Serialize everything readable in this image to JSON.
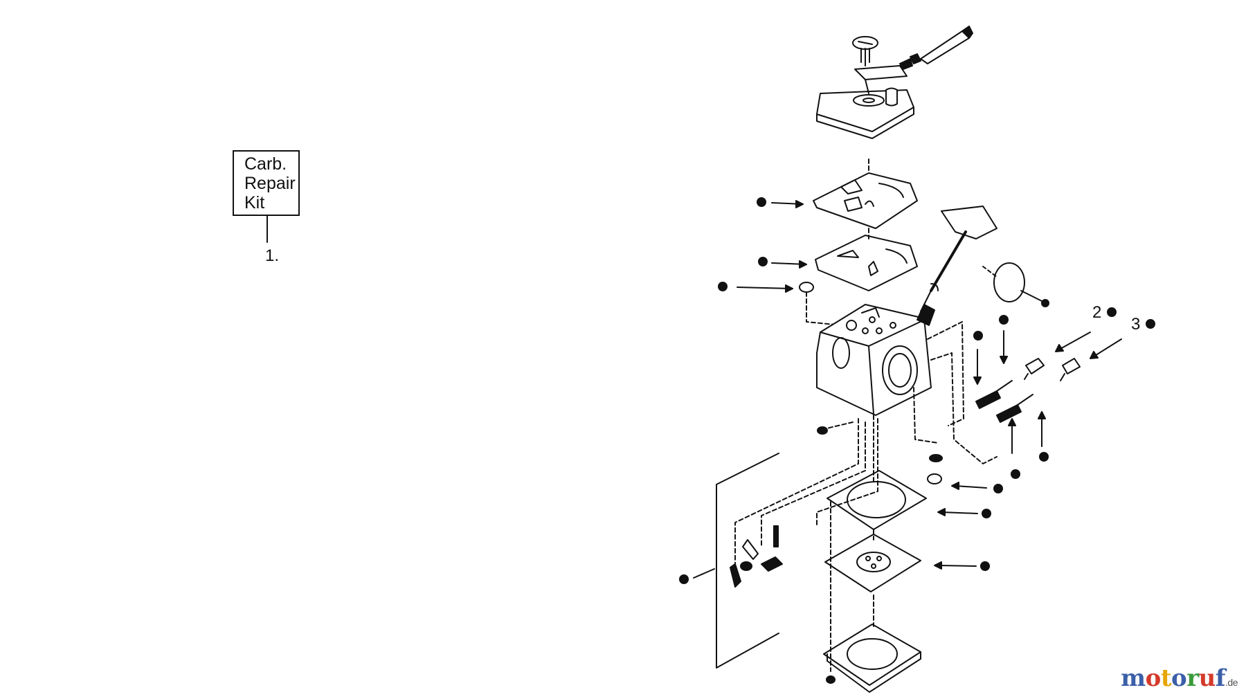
{
  "kit": {
    "label_lines": [
      "Carb.",
      "Repair",
      "Kit"
    ],
    "ref_number": "1."
  },
  "callouts": {
    "c2": "2",
    "c3": "3"
  },
  "watermark": {
    "text": "motoruf",
    "tld": ".de",
    "letters": [
      "m",
      "o",
      "t",
      "o",
      "r",
      "u",
      "f"
    ],
    "letter_colors": [
      "#3b5fa8",
      "#d43a2a",
      "#e6a500",
      "#3b5fa8",
      "#3a9a3a",
      "#d43a2a",
      "#3b5fa8"
    ]
  },
  "colors": {
    "line": "#111111",
    "background": "#ffffff"
  }
}
